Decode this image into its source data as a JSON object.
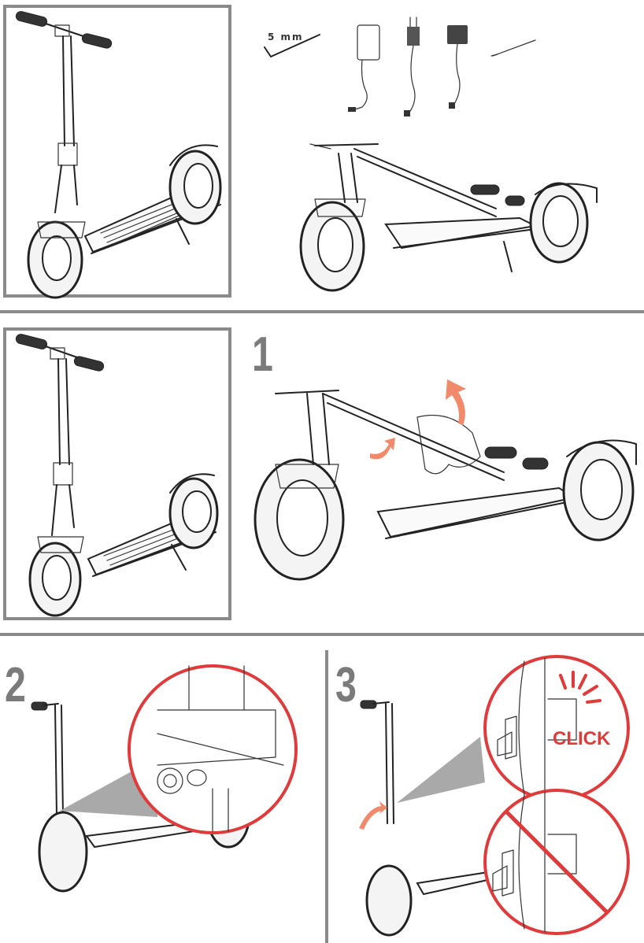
{
  "accessories": {
    "wrench_size_label": "5 mm"
  },
  "steps": {
    "step1": "1",
    "step2": "2",
    "step3": "3"
  },
  "callout": {
    "click_text": "CLICK"
  },
  "colors": {
    "rule_gray": "#8a8a8a",
    "step_number_gray": "#7b7b7b",
    "callout_red": "#e03a3a",
    "arrow_orange": "#f08a6a"
  },
  "icons": {
    "wrench": "hex-key-icon",
    "charger": "charger-adapter-icon",
    "eu_plug": "eu-plug-cable-icon",
    "uk_plug": "uk-plug-cable-icon",
    "valve": "valve-extension-icon",
    "no_symbol": "prohibited-icon"
  }
}
